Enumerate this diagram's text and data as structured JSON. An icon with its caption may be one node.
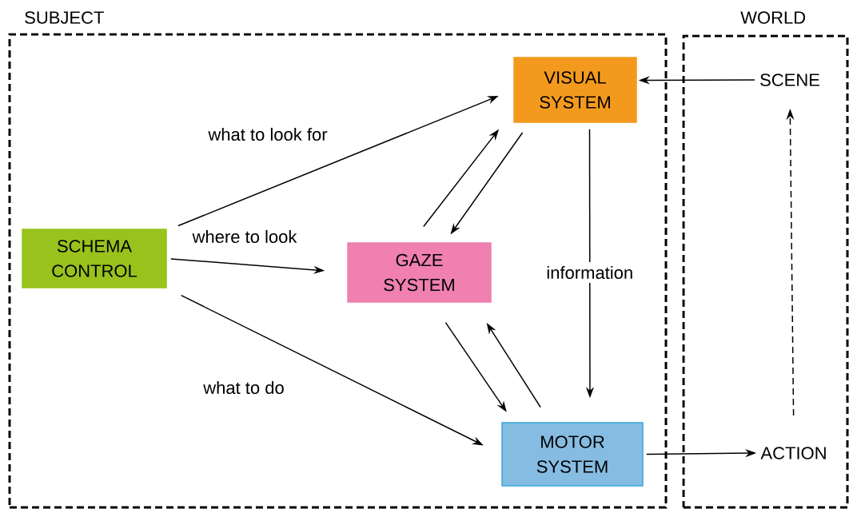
{
  "diagram": {
    "nodes": [
      {
        "text": [
          "SUBJECT"
        ]
      },
      {
        "text": [
          "WORLD"
        ]
      },
      {
        "text": [
          "VISUAL SYSTEM"
        ],
        "in": 0
      },
      {
        "text": [
          "SCHEMA CONTROL"
        ],
        "in": 0
      },
      {
        "text": [
          "GAZE SYSTEM"
        ],
        "in": 0
      },
      {
        "text": [
          "MOTOR SYSTEM"
        ],
        "in": 0
      },
      {
        "text": [
          "SCENE"
        ],
        "in": 1
      },
      {
        "text": [
          "ACTION"
        ],
        "in": 1
      }
    ],
    "edges": [
      {
        "from": 3,
        "to": 2,
        "arrow": "to",
        "label": "what to look for"
      },
      {
        "from": 3,
        "to": 4,
        "arrow": "to",
        "label": "where to look"
      },
      {
        "from": 3,
        "to": 5,
        "arrow": "to",
        "label": "what to do"
      },
      {
        "from": 4,
        "to": 2,
        "arrow": "to"
      },
      {
        "from": 2,
        "to": 4,
        "arrow": "to"
      },
      {
        "from": 2,
        "to": 5,
        "arrow": "to",
        "label": "information"
      },
      {
        "from": 4,
        "to": 5,
        "arrow": "to"
      },
      {
        "from": 5,
        "to": 4,
        "arrow": "to"
      },
      {
        "from": 6,
        "to": 2,
        "arrow": "to"
      },
      {
        "from": 5,
        "to": 7,
        "arrow": "to"
      },
      {
        "from": 7,
        "to": 6,
        "arrow": "to",
        "style": "dashed"
      }
    ]
  }
}
